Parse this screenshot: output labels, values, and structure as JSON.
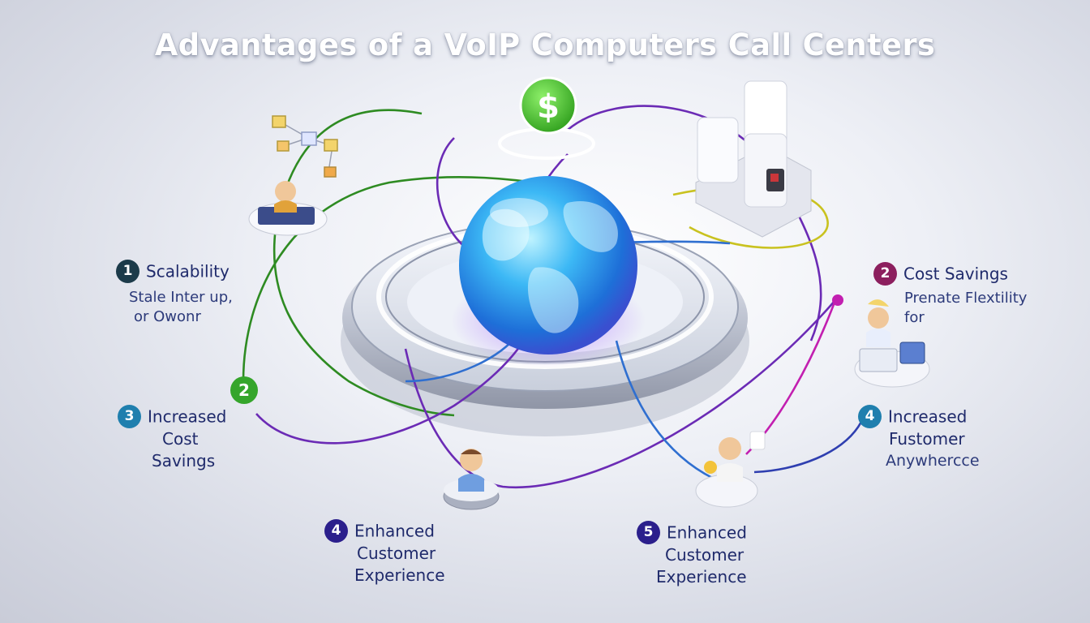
{
  "title": "Advantages of a VoIP Computers Call Centers",
  "colors": {
    "scalability_badge": "#1c3b4a",
    "cost_savings_badge": "#8c1f5e",
    "increased_cost_badge": "#1f7fae",
    "increased_customer_badge": "#1f7fae",
    "enhanced_left_badge": "#2b1f8c",
    "enhanced_right_badge": "#2b1f8c",
    "floating_badge": "#35a52b",
    "dollar_badge": "#3cb52b",
    "line_green": "#2e8b22",
    "line_purple": "#6b2bb5",
    "line_blue": "#2f6fd0",
    "line_yellow": "#c9c21f",
    "line_magenta": "#c21fb0"
  },
  "icons": {
    "dollar": "dollar-icon",
    "globe": "globe-icon",
    "server": "server-icon",
    "network": "network-icon",
    "agents": "person-at-desk-icon"
  },
  "features": {
    "scalability": {
      "num": "1",
      "head": "Scalability",
      "desc_lines": [
        "Stale Inter up,",
        "or Owonr"
      ]
    },
    "cost_savings": {
      "num": "2",
      "head": "Cost Savings",
      "desc_lines": [
        "Prenate Flextility",
        "for"
      ]
    },
    "floating": {
      "num": "2"
    },
    "increased_cost": {
      "num": "3",
      "lines": [
        "Increased",
        "Cost",
        "Savings"
      ]
    },
    "increased_customer": {
      "num": "4",
      "lines": [
        "Increased",
        "Fustomer",
        "Anywhercce"
      ]
    },
    "enhanced_left": {
      "num": "4",
      "lines": [
        "Enhanced",
        "Customer",
        "Experience"
      ]
    },
    "enhanced_right": {
      "num": "5",
      "lines": [
        "Enhanced",
        "Customer",
        "Experience"
      ]
    }
  },
  "dollar_symbol": "$"
}
